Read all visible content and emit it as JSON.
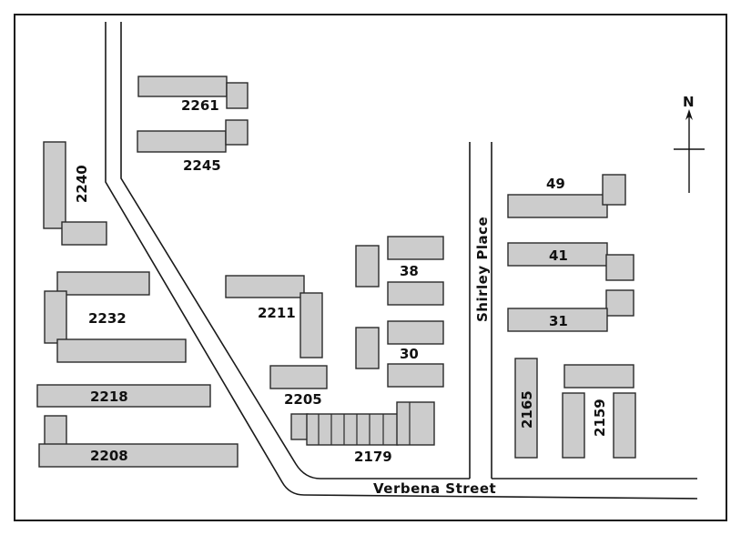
{
  "streets": {
    "verbena": "Verbena Street",
    "shirley": "Shirley Place"
  },
  "compass": {
    "label": "N"
  },
  "buildings": [
    "2261",
    "2245",
    "2240",
    "2232",
    "2218",
    "2208",
    "2211",
    "2205",
    "2179",
    "38",
    "30",
    "49",
    "41",
    "31",
    "2165",
    "2159"
  ],
  "colors": {
    "building_fill": "#cccccc",
    "outline": "#2a2a2a",
    "background": "#ffffff"
  }
}
